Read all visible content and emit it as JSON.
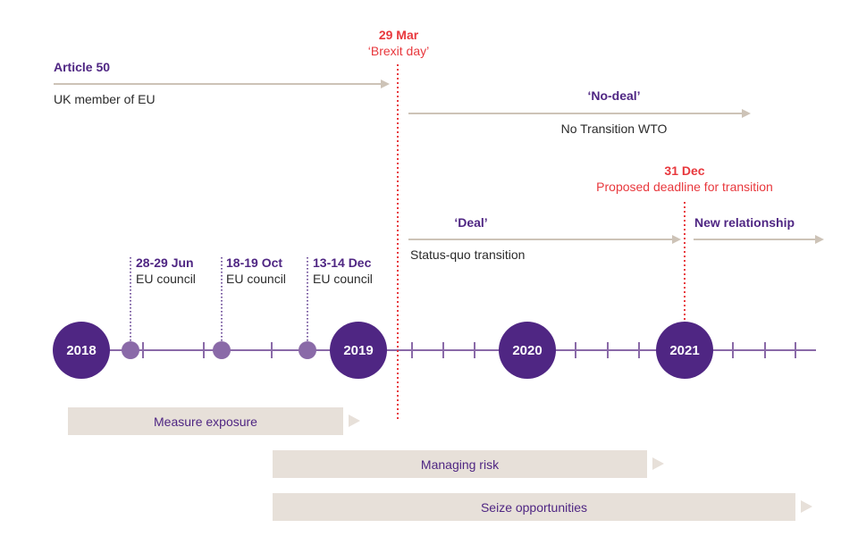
{
  "colors": {
    "purple": "#4f2683",
    "light_purple": "#8a6aa8",
    "red": "#e8383d",
    "beige": "#e7e0d9",
    "arrow": "#cdc3b7"
  },
  "brexit": {
    "date": "29 Mar",
    "label": "‘Brexit day’"
  },
  "article50": {
    "title": "Article 50",
    "label": "UK member of EU"
  },
  "nodeal": {
    "title": "‘No-deal’",
    "label": "No Transition WTO"
  },
  "deadline": {
    "date": "31 Dec",
    "label": "Proposed deadline for transition"
  },
  "deal": {
    "title": "‘Deal’",
    "label": "Status-quo transition"
  },
  "new_relationship": {
    "title": "New relationship"
  },
  "councils": [
    {
      "date": "28-29 Jun",
      "label": "EU council"
    },
    {
      "date": "18-19 Oct",
      "label": "EU council"
    },
    {
      "date": "13-14 Dec",
      "label": "EU council"
    }
  ],
  "years": [
    "2018",
    "2019",
    "2020",
    "2021"
  ],
  "phases": [
    "Measure exposure",
    "Managing risk",
    "Seize opportunities"
  ]
}
